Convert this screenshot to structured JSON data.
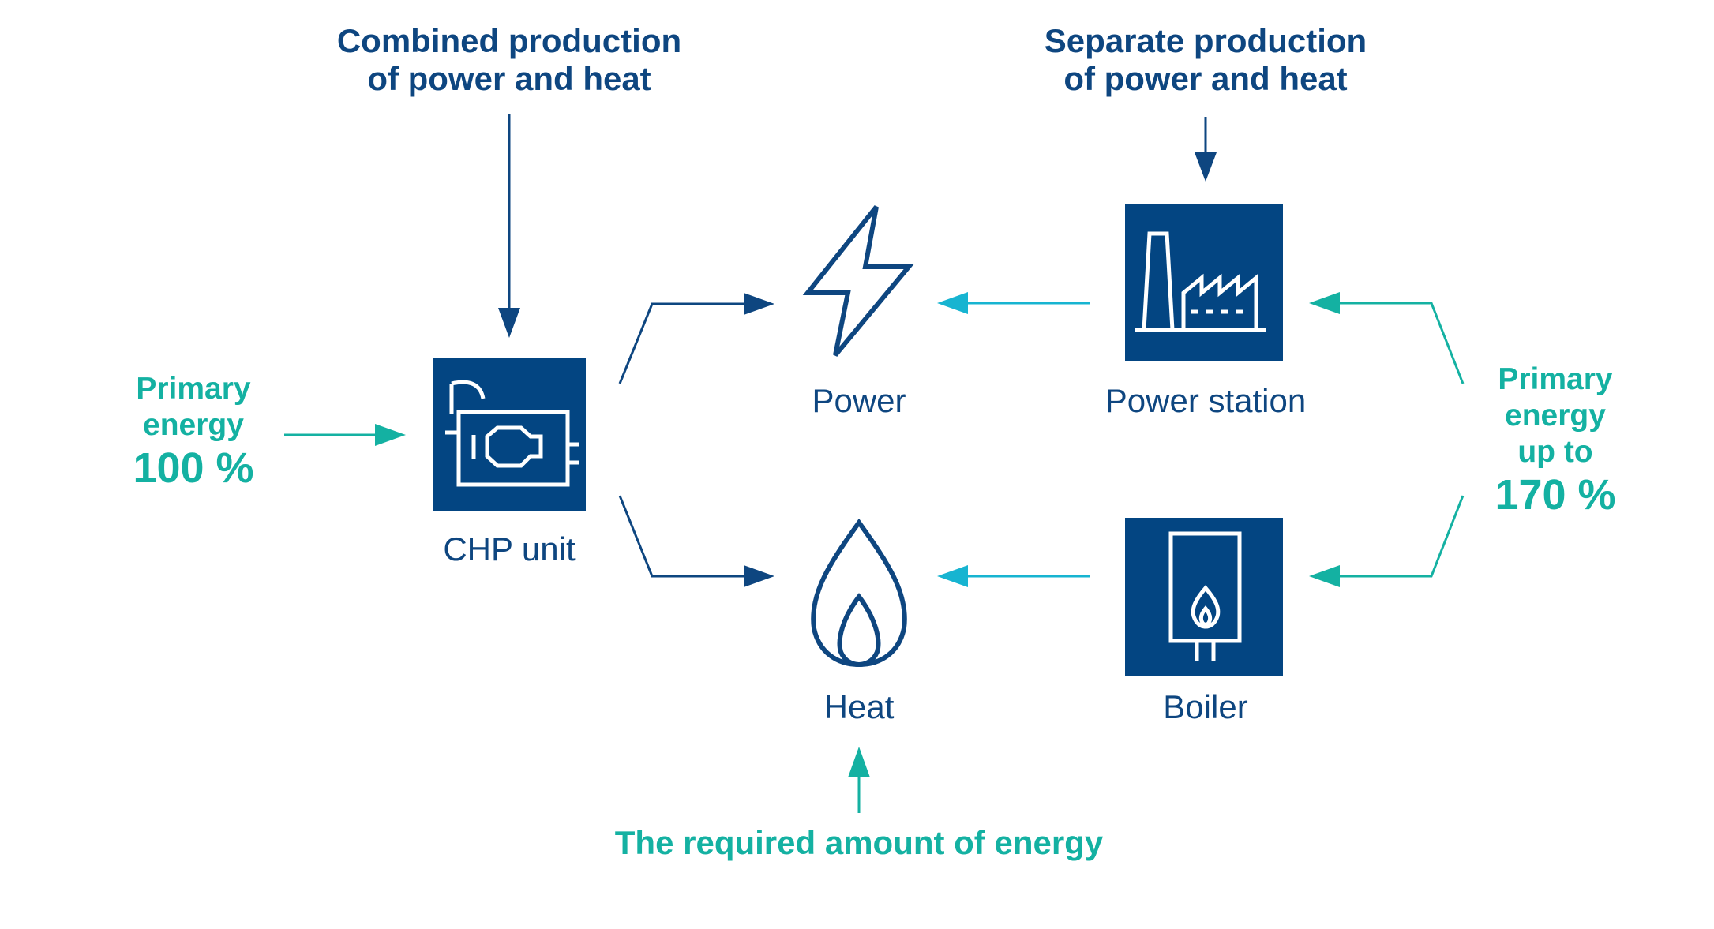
{
  "colors": {
    "navy": "#0e4680",
    "teal": "#14b1a2",
    "cyan": "#17b4d1",
    "box": "#034582",
    "white": "#ffffff"
  },
  "headings": {
    "combined_line1": "Combined production",
    "combined_line2": "of power and heat",
    "separate_line1": "Separate production",
    "separate_line2": "of power and heat"
  },
  "nodes": {
    "chp_unit": {
      "label": "CHP unit",
      "icon": "engine-icon"
    },
    "power": {
      "label": "Power",
      "icon": "lightning-bolt-icon"
    },
    "heat": {
      "label": "Heat",
      "icon": "flame-icon"
    },
    "power_station": {
      "label": "Power station",
      "icon": "factory-icon"
    },
    "boiler": {
      "label": "Boiler",
      "icon": "boiler-icon"
    }
  },
  "primary_left": {
    "line1": "Primary",
    "line2": "energy",
    "value": "100 %"
  },
  "primary_right": {
    "line1": "Primary",
    "line2": "energy",
    "line3": "up to",
    "value": "170 %"
  },
  "required_energy": "The required amount of energy"
}
